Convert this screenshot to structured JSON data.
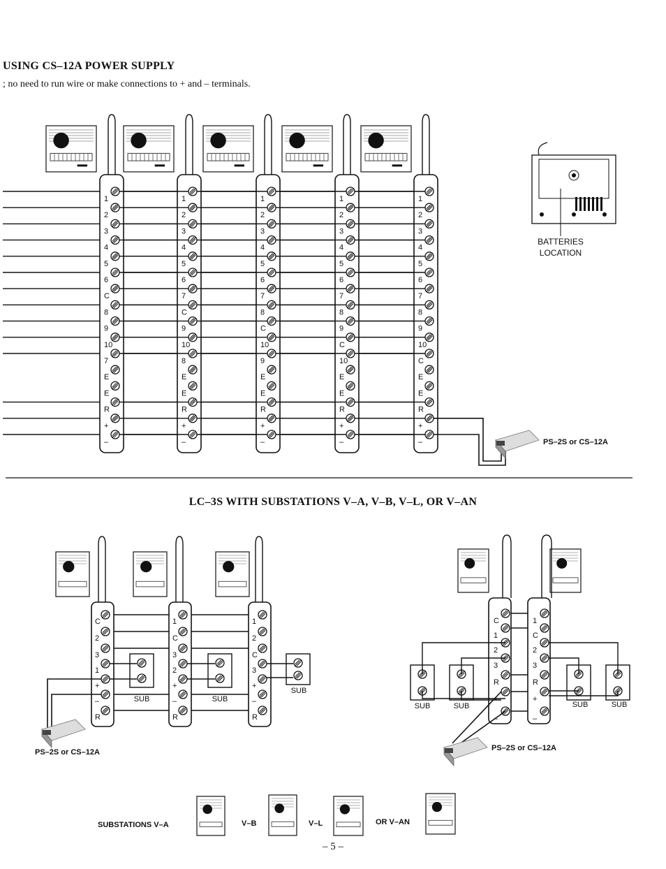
{
  "heading": "USING CS–12A POWER SUPPLY",
  "subline": "; no need to run wire or make connections to + and – terminals.",
  "top_boards": [
    [
      "1",
      "2",
      "3",
      "4",
      "5",
      "6",
      "C",
      "8",
      "9",
      "10",
      "7",
      "E",
      "E",
      "R",
      "+",
      "–"
    ],
    [
      "1",
      "2",
      "3",
      "4",
      "5",
      "6",
      "7",
      "C",
      "9",
      "10",
      "8",
      "E",
      "E",
      "R",
      "+",
      "–"
    ],
    [
      "1",
      "2",
      "3",
      "4",
      "5",
      "6",
      "7",
      "8",
      "C",
      "10",
      "9",
      "E",
      "E",
      "R",
      "+",
      "–"
    ],
    [
      "1",
      "2",
      "3",
      "4",
      "5",
      "6",
      "7",
      "8",
      "9",
      "C",
      "10",
      "E",
      "E",
      "R",
      "+",
      "–"
    ],
    [
      "1",
      "2",
      "3",
      "4",
      "5",
      "6",
      "7",
      "8",
      "9",
      "10",
      "C",
      "E",
      "E",
      "R",
      "+",
      "–"
    ]
  ],
  "batteries_label": [
    "BATTERIES",
    "LOCATION"
  ],
  "power_label": "PS–2S or CS–12A",
  "section2_title": "LC–3S WITH SUBSTATIONS V–A, V–B, V–L, OR V–AN",
  "left_boards": [
    [
      "C",
      "2",
      "3",
      "1",
      "+",
      "–",
      "R"
    ],
    [
      "1",
      "C",
      "3",
      "2",
      "+",
      "–",
      "R"
    ],
    [
      "1",
      "2",
      "C",
      "3",
      "+",
      "–",
      "R"
    ]
  ],
  "right_boards": [
    [
      "C",
      "1",
      "2",
      "3",
      "R",
      "+",
      "–"
    ],
    [
      "1",
      "C",
      "2",
      "3",
      "R",
      "+",
      "–"
    ]
  ],
  "sub_label": "SUB",
  "legend": {
    "substations": "SUBSTATIONS V–A",
    "vb": "V–B",
    "vl": "V–L",
    "van": "OR V–AN"
  },
  "page_number": "– 5 –"
}
